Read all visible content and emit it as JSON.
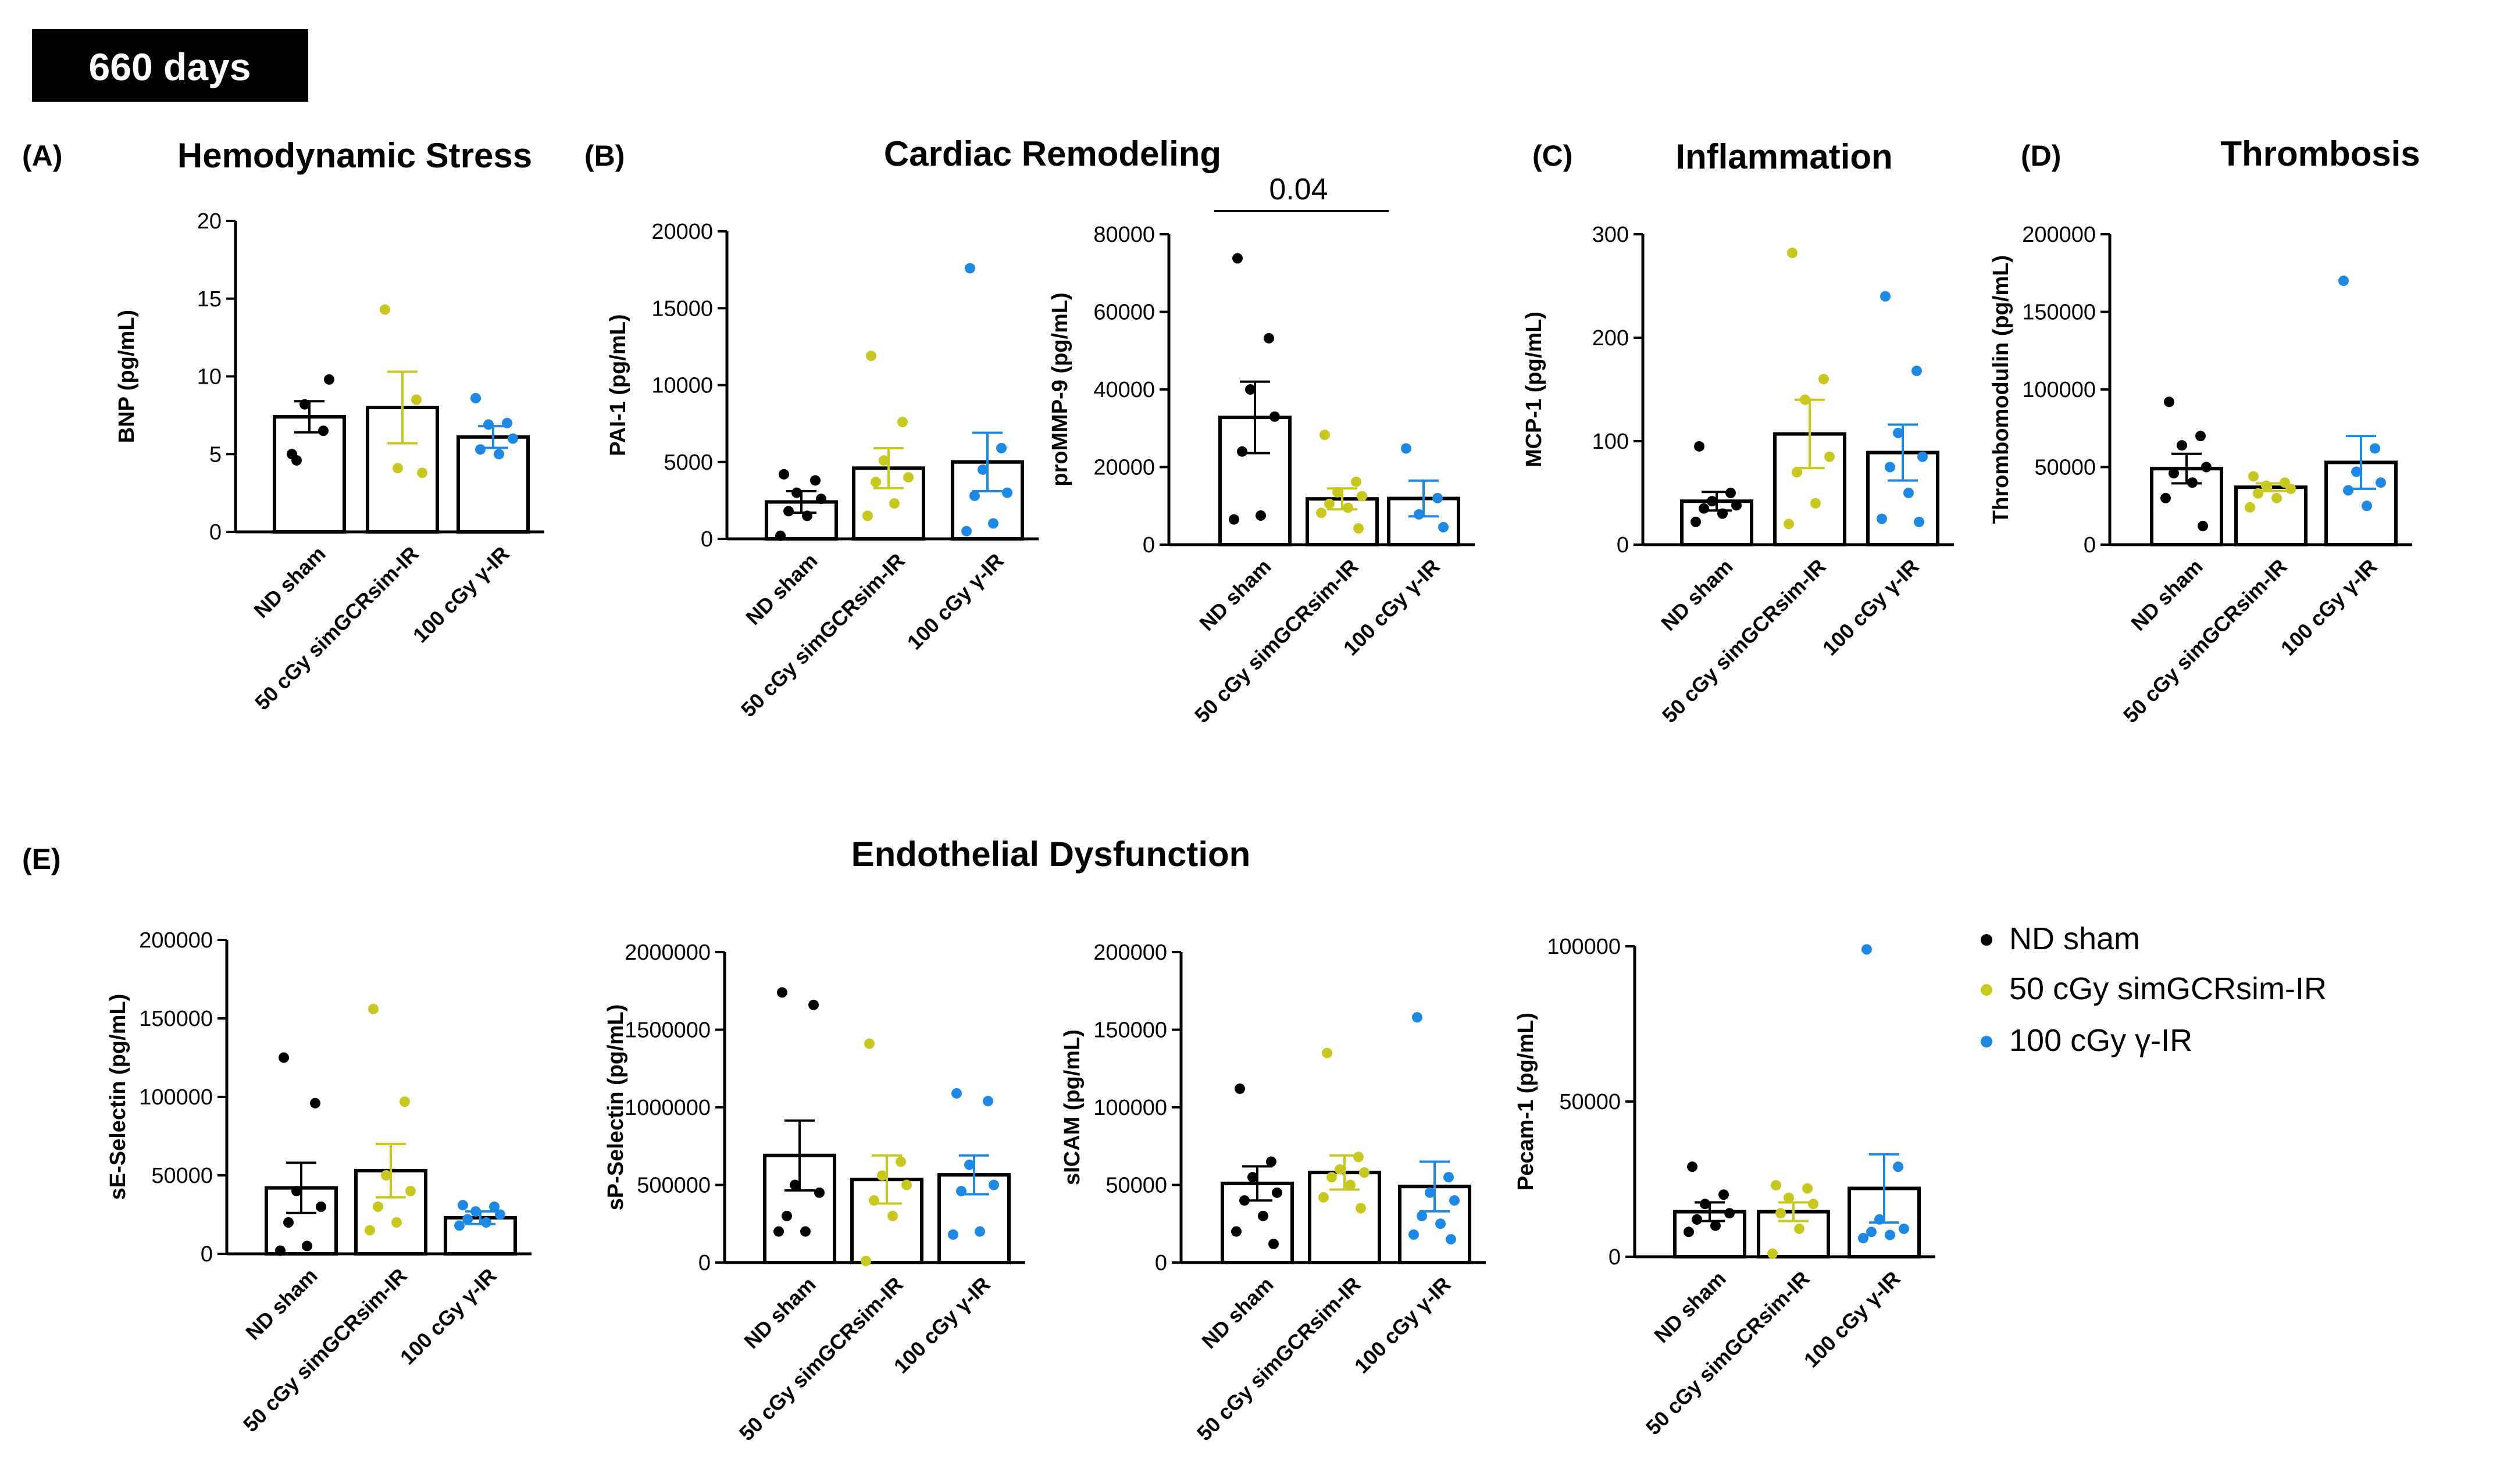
{
  "badge": {
    "text": "660 days",
    "bg": "#000000",
    "fg": "#ffffff"
  },
  "colors": {
    "ND sham": "#000000",
    "50 cGy simGCRsim-IR": "#c8c81e",
    "100 cGy γ-IR": "#1e88e5"
  },
  "groups": [
    "ND sham",
    "50 cGy simGCRsim-IR",
    "100 cGy γ-IR"
  ],
  "panel_labels": [
    "(A)",
    "(B)",
    "(C)",
    "(D)",
    "(E)"
  ],
  "section_titles": [
    "Hemodynamic Stress",
    "Cardiac Remodeling",
    "Inflammation",
    "Thrombosis",
    "Endothelial Dysfunction"
  ],
  "legend": [
    {
      "label": "ND sham",
      "color": "#000000"
    },
    {
      "label": "50 cGy simGCRsim-IR",
      "color": "#c8c81e"
    },
    {
      "label": "100 cGy γ-IR",
      "color": "#1e88e5"
    }
  ],
  "chart_data": [
    {
      "type": "bar",
      "panel": "(A)",
      "title": "Hemodynamic Stress",
      "categories": [
        "ND sham",
        "50 cGy simGCRsim-IR",
        "100 cGy γ-IR"
      ],
      "ylabel": "BNP (pg/mL)",
      "ylim": [
        0,
        20
      ],
      "yticks": [
        "0",
        "5",
        "10",
        "15",
        "20"
      ],
      "means": [
        7.4,
        8.0,
        6.1
      ],
      "sem": [
        1.0,
        2.3,
        0.7
      ],
      "points": [
        [
          5.0,
          6.5,
          8.2,
          9.8,
          4.6
        ],
        [
          14.3,
          8.5,
          4.1,
          3.8
        ],
        [
          8.6,
          7.0,
          6.9,
          6.0,
          5.3,
          5.0
        ]
      ]
    },
    {
      "type": "bar",
      "panel": "(B)",
      "title": "Cardiac Remodeling",
      "categories": [
        "ND sham",
        "50 cGy simGCRsim-IR",
        "100 cGy γ-IR"
      ],
      "ylabel": "PAI-1 (pg/mL)",
      "ylim": [
        0,
        20000
      ],
      "yticks": [
        "0",
        "5000",
        "10000",
        "15000",
        "20000"
      ],
      "means": [
        2400,
        4600,
        5000
      ],
      "sem": [
        700,
        1300,
        1900
      ],
      "points": [
        [
          4200,
          3800,
          3000,
          2600,
          1800,
          1500,
          200
        ],
        [
          11900,
          7600,
          5100,
          4000,
          3700,
          2300,
          1500
        ],
        [
          17600,
          5900,
          4500,
          3000,
          2800,
          1000,
          500
        ]
      ]
    },
    {
      "type": "bar",
      "panel": "(B)",
      "categories": [
        "ND sham",
        "50 cGy simGCRsim-IR",
        "100 cGy γ-IR"
      ],
      "ylabel": "proMMP-9 (pg/mL)",
      "ylim": [
        0,
        80000
      ],
      "yticks": [
        "0",
        "20000",
        "40000",
        "60000",
        "80000"
      ],
      "means": [
        32800,
        11800,
        11900
      ],
      "sem": [
        9200,
        2700,
        4600
      ],
      "points": [
        [
          73800,
          53200,
          40000,
          33000,
          24000,
          7500,
          6500
        ],
        [
          28300,
          16200,
          13500,
          12500,
          10500,
          9500,
          8200,
          4200
        ],
        [
          24800,
          12000,
          7800,
          4500
        ]
      ],
      "annotation": "0.04"
    },
    {
      "type": "bar",
      "panel": "(C)",
      "title": "Inflammation",
      "categories": [
        "ND sham",
        "50 cGy simGCRsim-IR",
        "100 cGy γ-IR"
      ],
      "ylabel": "MCP-1 (pg/mL)",
      "ylim": [
        0,
        300
      ],
      "yticks": [
        "0",
        "100",
        "200",
        "300"
      ],
      "means": [
        42,
        107,
        89
      ],
      "sem": [
        9,
        33,
        27
      ],
      "points": [
        [
          95,
          50,
          42,
          38,
          35,
          30,
          22
        ],
        [
          282,
          160,
          140,
          85,
          70,
          40,
          20
        ],
        [
          240,
          168,
          108,
          85,
          75,
          50,
          25,
          22
        ]
      ]
    },
    {
      "type": "bar",
      "panel": "(D)",
      "title": "Thrombosis",
      "categories": [
        "ND sham",
        "50 cGy simGCRsim-IR",
        "100 cGy γ-IR"
      ],
      "ylabel": "Thrombomodulin (pg/mL)",
      "ylim": [
        0,
        200000
      ],
      "yticks": [
        "0",
        "50000",
        "100000",
        "150000",
        "200000"
      ],
      "means": [
        49000,
        37000,
        53000
      ],
      "sem": [
        9500,
        2500,
        17000
      ],
      "points": [
        [
          92000,
          70000,
          64000,
          50000,
          46000,
          40000,
          30000,
          12000
        ],
        [
          44000,
          40000,
          38000,
          36000,
          33000,
          30000,
          24000
        ],
        [
          170000,
          62000,
          47000,
          40000,
          35000,
          25000
        ]
      ]
    },
    {
      "type": "bar",
      "panel": "(E)",
      "title": "Endothelial Dysfunction",
      "categories": [
        "ND sham",
        "50 cGy simGCRsim-IR",
        "100 cGy γ-IR"
      ],
      "ylabel": "sE-Selectin (pg/mL)",
      "ylim": [
        0,
        200000
      ],
      "yticks": [
        "0",
        "50000",
        "100000",
        "150000",
        "200000"
      ],
      "means": [
        42000,
        53000,
        23000
      ],
      "sem": [
        16000,
        17000,
        4000
      ],
      "points": [
        [
          125000,
          96000,
          40000,
          30000,
          20000,
          5000,
          2000
        ],
        [
          156000,
          97000,
          50000,
          40000,
          30000,
          20000,
          15000
        ],
        [
          31000,
          30000,
          27000,
          25000,
          22000,
          20000,
          18000
        ]
      ]
    },
    {
      "type": "bar",
      "panel": "(E)",
      "categories": [
        "ND sham",
        "50 cGy simGCRsim-IR",
        "100 cGy γ-IR"
      ],
      "ylabel": "sP-Selectin (pg/mL)",
      "ylim": [
        0,
        2000000
      ],
      "yticks": [
        "0",
        "500000",
        "1000000",
        "1500000",
        "2000000"
      ],
      "means": [
        690000,
        535000,
        565000
      ],
      "sem": [
        225000,
        155000,
        125000
      ],
      "points": [
        [
          1740000,
          1660000,
          500000,
          450000,
          300000,
          200000,
          200000
        ],
        [
          1410000,
          650000,
          560000,
          500000,
          400000,
          300000,
          10000
        ],
        [
          1090000,
          1040000,
          630000,
          500000,
          460000,
          200000,
          180000
        ]
      ]
    },
    {
      "type": "bar",
      "panel": "(E)",
      "categories": [
        "ND sham",
        "50 cGy simGCRsim-IR",
        "100 cGy γ-IR"
      ],
      "ylabel": "sICAM (pg/mL)",
      "ylim": [
        0,
        200000
      ],
      "yticks": [
        "0",
        "50000",
        "100000",
        "150000",
        "200000"
      ],
      "means": [
        51000,
        58000,
        49000
      ],
      "sem": [
        11000,
        11000,
        16000
      ],
      "points": [
        [
          112000,
          65000,
          55000,
          45000,
          40000,
          30000,
          20000,
          12000
        ],
        [
          135000,
          68000,
          60000,
          58000,
          55000,
          50000,
          42000,
          35000
        ],
        [
          158000,
          55000,
          45000,
          40000,
          30000,
          25000,
          18000,
          15000
        ]
      ]
    },
    {
      "type": "bar",
      "panel": "(E)",
      "categories": [
        "ND sham",
        "50 cGy simGCRsim-IR",
        "100 cGy γ-IR"
      ],
      "ylabel": "Pecam-1 (pg/mL)",
      "ylim": [
        0,
        100000
      ],
      "yticks": [
        "0",
        "50000",
        "100000"
      ],
      "means": [
        14500,
        14500,
        22000
      ],
      "sem": [
        3000,
        3000,
        11000
      ],
      "points": [
        [
          29000,
          20000,
          17000,
          14000,
          12000,
          10000,
          8000
        ],
        [
          23000,
          22000,
          19000,
          17000,
          14000,
          9000,
          1000
        ],
        [
          99000,
          29000,
          12000,
          9000,
          8000,
          7000,
          6000
        ]
      ]
    }
  ]
}
